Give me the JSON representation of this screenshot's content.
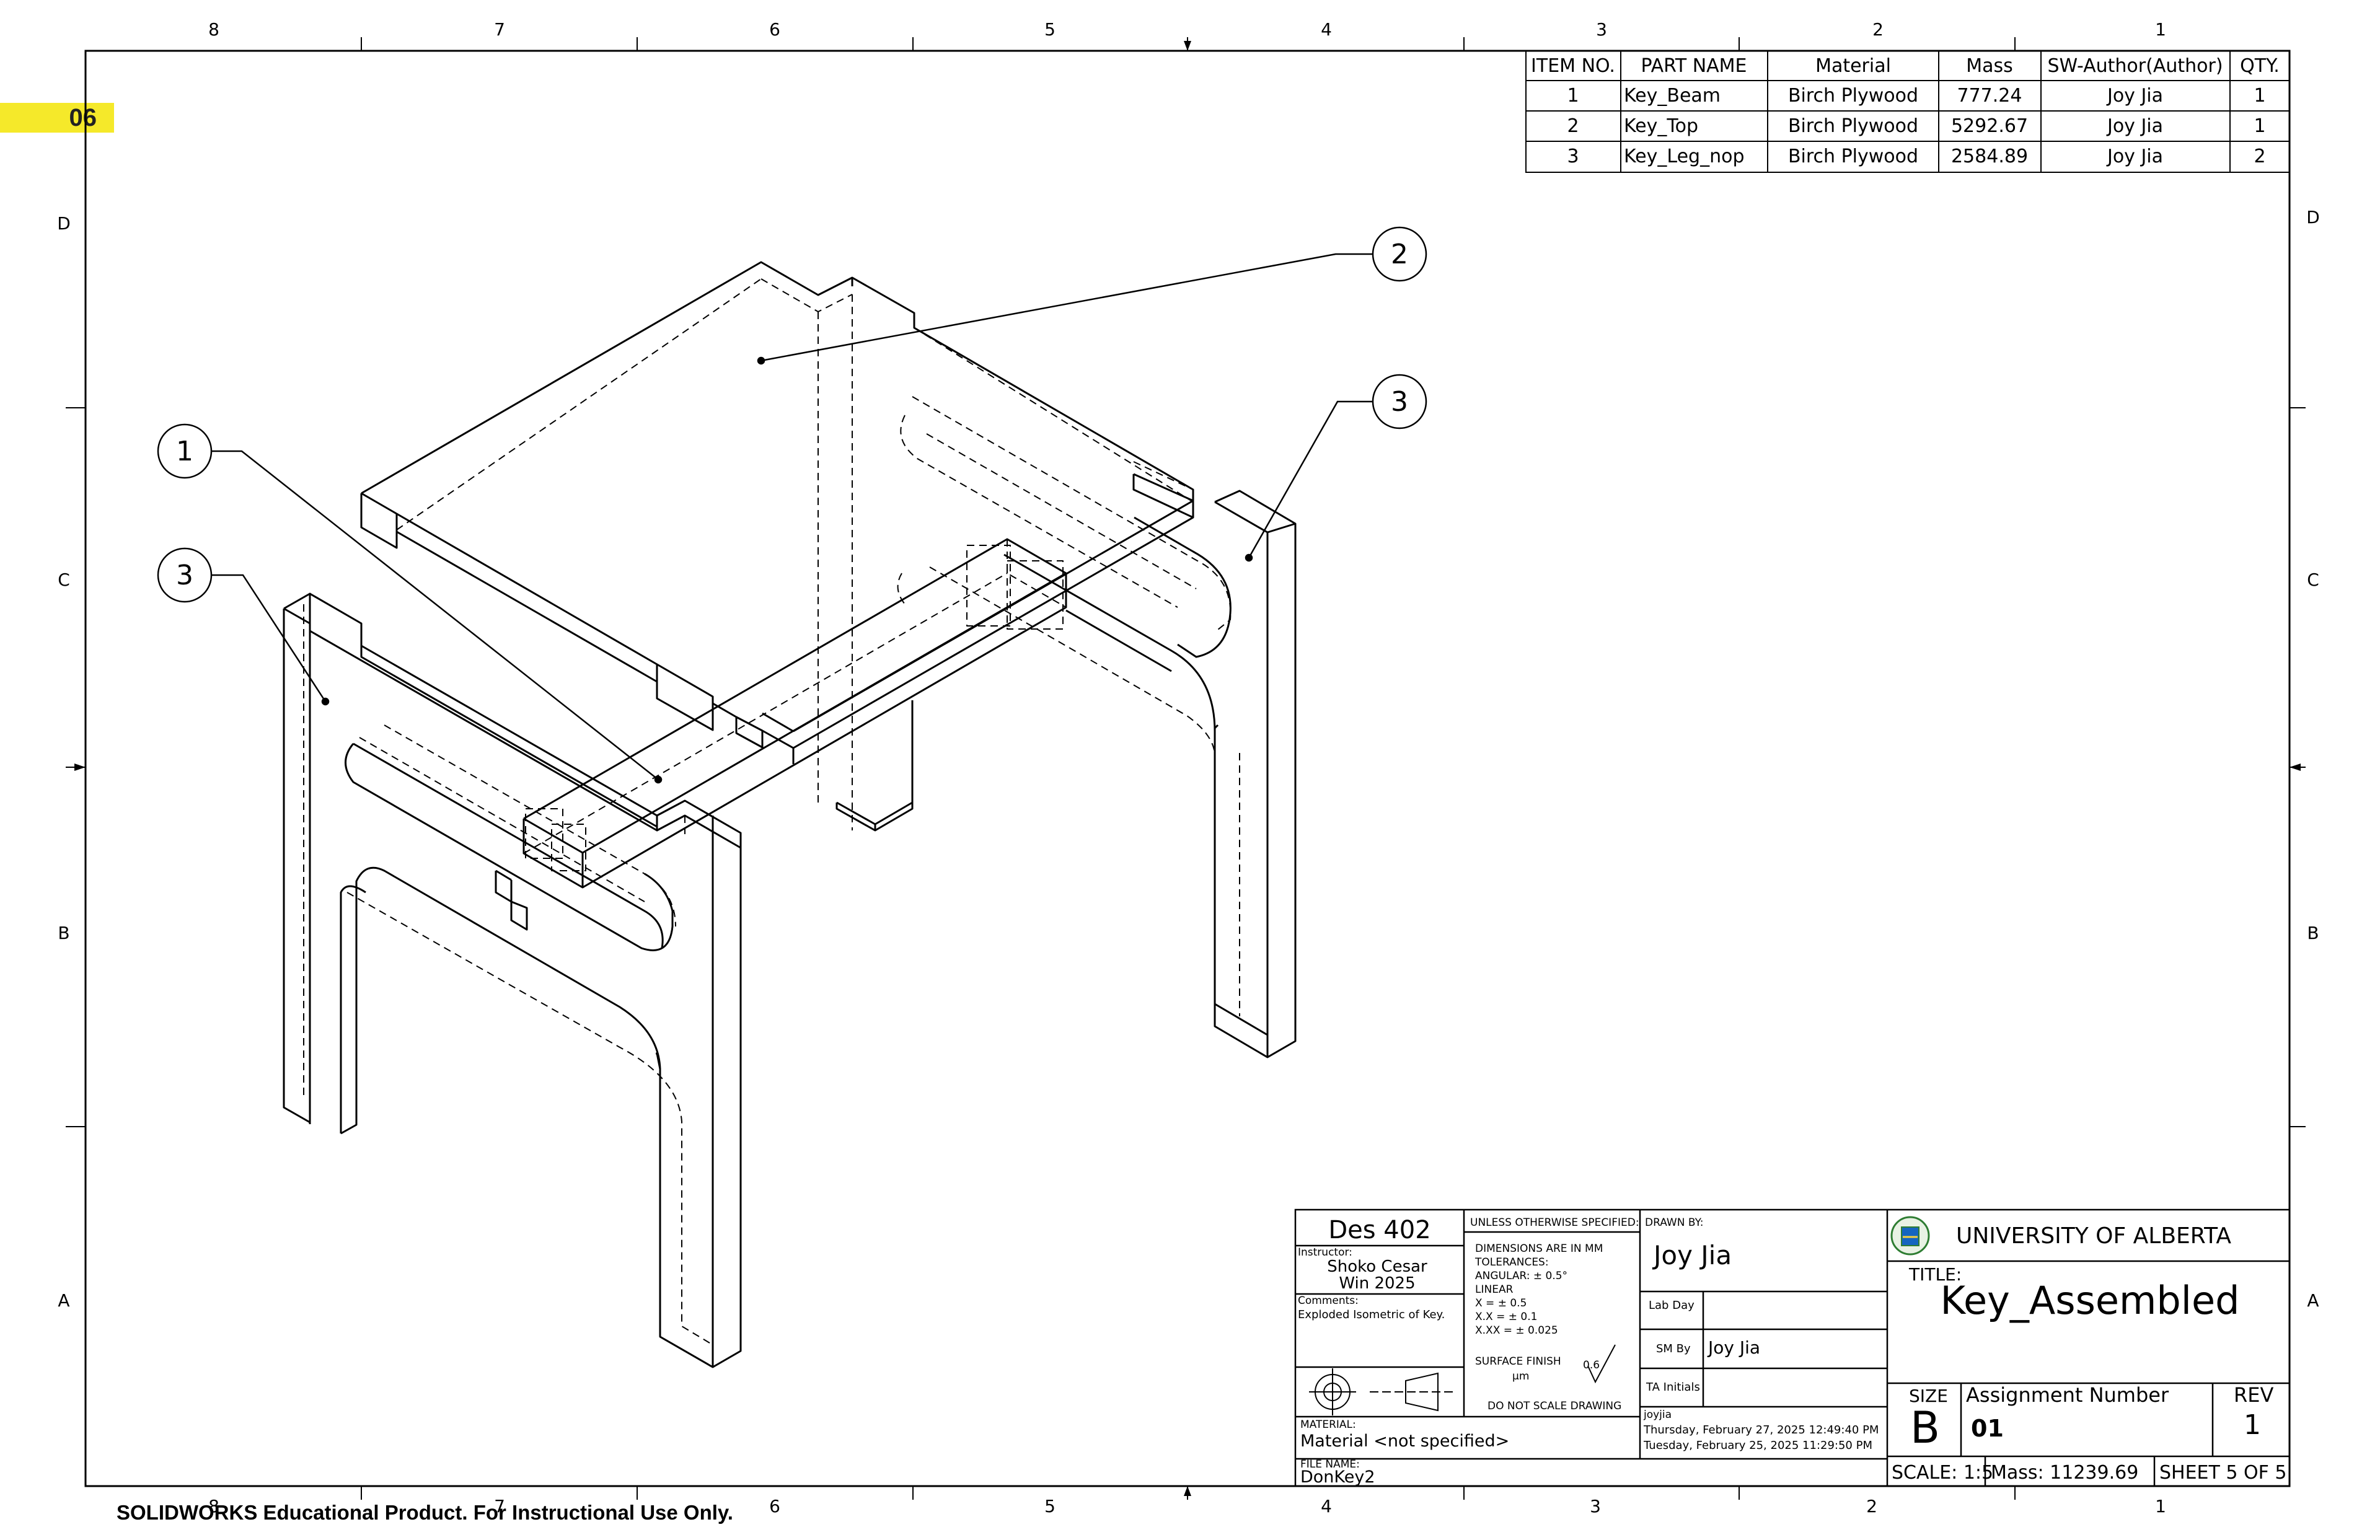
{
  "sheet_tag": "06",
  "watermark": "SOLIDWORKS Educational Product. For Instructional Use Only.",
  "zones": {
    "columns": [
      "8",
      "7",
      "6",
      "5",
      "4",
      "3",
      "2",
      "1"
    ],
    "rows": [
      "D",
      "C",
      "B",
      "A"
    ]
  },
  "bom": {
    "headers": [
      "ITEM NO.",
      "PART NAME",
      "Material",
      "Mass",
      "SW-Author(Author)",
      "QTY."
    ],
    "rows": [
      [
        "1",
        "Key_Beam",
        "Birch Plywood",
        "777.24",
        "Joy Jia",
        "1"
      ],
      [
        "2",
        "Key_Top",
        "Birch Plywood",
        "5292.67",
        "Joy Jia",
        "1"
      ],
      [
        "3",
        "Key_Leg_nop",
        "Birch Plywood",
        "2584.89",
        "Joy Jia",
        "2"
      ]
    ]
  },
  "balloons": [
    "2",
    "3",
    "1",
    "3"
  ],
  "title_block": {
    "course": "Des 402",
    "instructor_label": "Instructor:",
    "instructor": "Shoko Cesar",
    "term": "Win 2025",
    "comments_label": "Comments:",
    "comments": "Exploded Isometric of Key.",
    "unless_label": "UNLESS OTHERWISE SPECIFIED:",
    "tolerances": [
      "DIMENSIONS ARE IN MM",
      "TOLERANCES:",
      "ANGULAR: ± 0.5°",
      "LINEAR",
      "X     = ± 0.5",
      "X.X   = ± 0.1",
      "X.XX = ± 0.025"
    ],
    "surface_finish_label": "SURFACE FINISH",
    "surface_finish_unit": "μm",
    "surface_finish_value": "0.6",
    "do_not_scale": "DO NOT SCALE DRAWING",
    "drawn_by_label": "DRAWN BY:",
    "drawn_by": "Joy Jia",
    "lab_day_label": "Lab Day",
    "lab_day": "",
    "sm_by_label": "SM By",
    "sm_by": "Joy Jia",
    "ta_label": "TA Initials",
    "ta": "",
    "material_label": "MATERIAL:",
    "material": "Material <not specified>",
    "file_label": "FILE NAME:",
    "file": "DonKey2",
    "user": "joyjia",
    "date1": "Thursday, February 27, 2025 12:49:40 PM",
    "date2": "Tuesday, February 25, 2025 11:29:50 PM",
    "university": "UNIVERSITY OF ALBERTA",
    "title_label": "TITLE:",
    "title": "Key_Assembled",
    "size_label": "SIZE",
    "size": "B",
    "assignment_label": "Assignment Number",
    "assignment": "01",
    "rev_label": "REV",
    "rev": "1",
    "scale": "SCALE: 1:5",
    "mass": "Mass: 11239.69",
    "sheet": "SHEET 5 OF 5"
  },
  "colors": {
    "line": "#000000",
    "tag": "#f5e92a"
  }
}
